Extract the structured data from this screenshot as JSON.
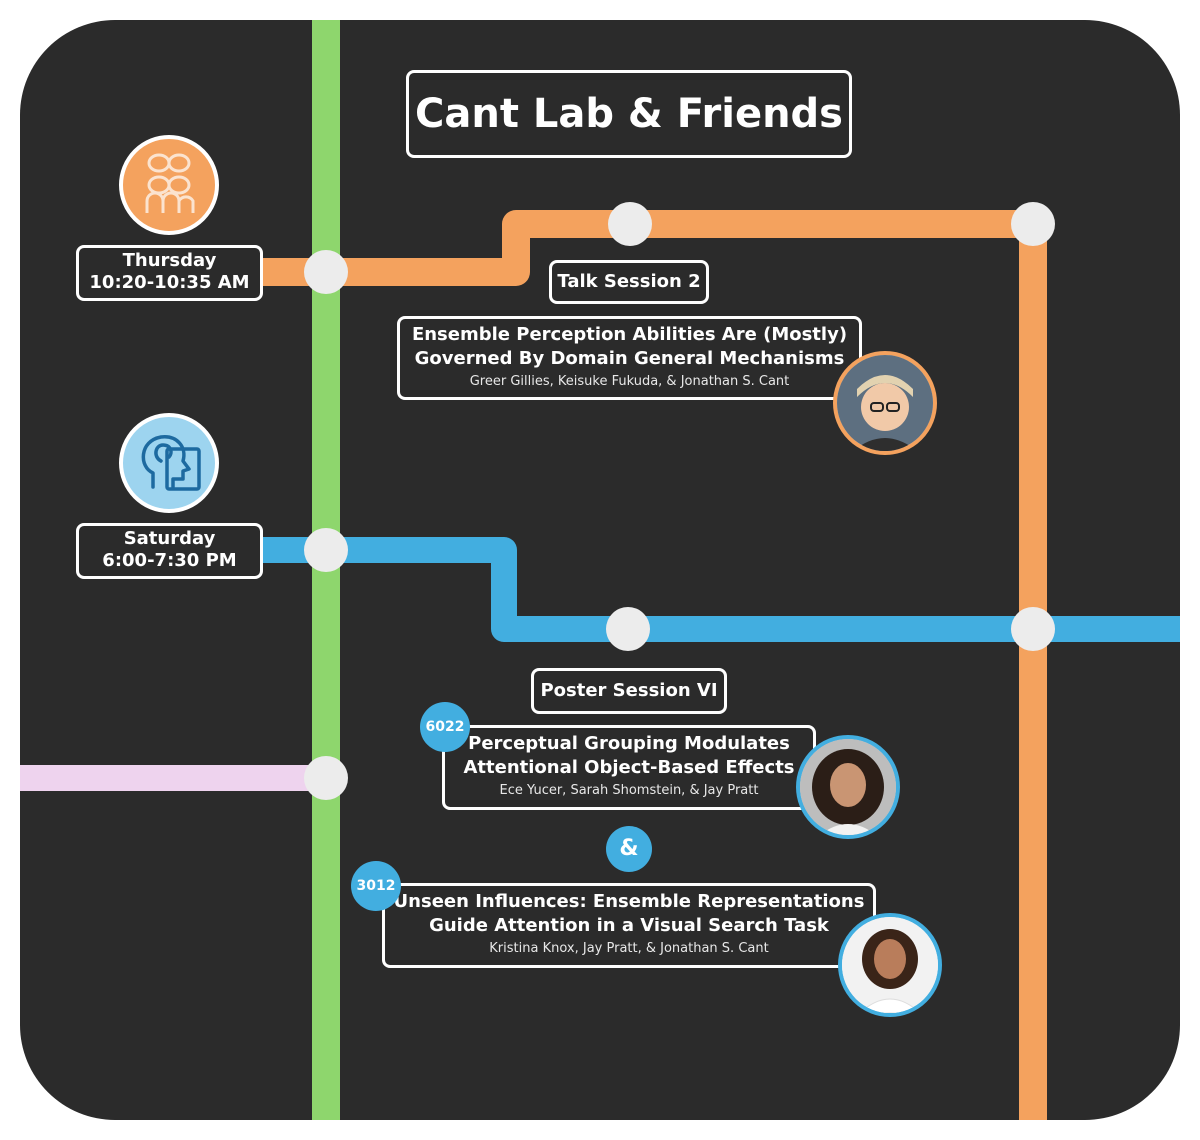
{
  "title": "Cant Lab & Friends",
  "colors": {
    "background": "#2b2b2b",
    "green_line": "#8ed66d",
    "orange_line": "#f4a25e",
    "blue_line": "#42aee0",
    "pink_line": "#eed3ee",
    "station": "#ececec"
  },
  "icons": {
    "vss_logo": "vss-logo-icon",
    "psychonomics_logo": "head-profile-icon"
  },
  "thursday": {
    "day": "Thursday",
    "time": "10:20-10:35 AM",
    "session": "Talk Session 2",
    "talk": {
      "title_line1": "Ensemble Perception Abilities Are (Mostly)",
      "title_line2": "Governed By Domain General Mechanisms",
      "authors": "Greer Gillies, Keisuke Fukuda, & Jonathan S. Cant"
    }
  },
  "saturday": {
    "day": "Saturday",
    "time": "6:00-7:30 PM",
    "session": "Poster Session VI",
    "conjunction": "&",
    "posters": [
      {
        "number": "6022",
        "title_line1": "Perceptual Grouping Modulates",
        "title_line2": "Attentional Object-Based Effects",
        "authors": "Ece Yucer, Sarah Shomstein, & Jay Pratt"
      },
      {
        "number": "3012",
        "title_line1": "Unseen Influences: Ensemble Representations",
        "title_line2": "Guide Attention in a Visual Search Task",
        "authors": "Kristina Knox, Jay Pratt, & Jonathan S. Cant"
      }
    ]
  }
}
